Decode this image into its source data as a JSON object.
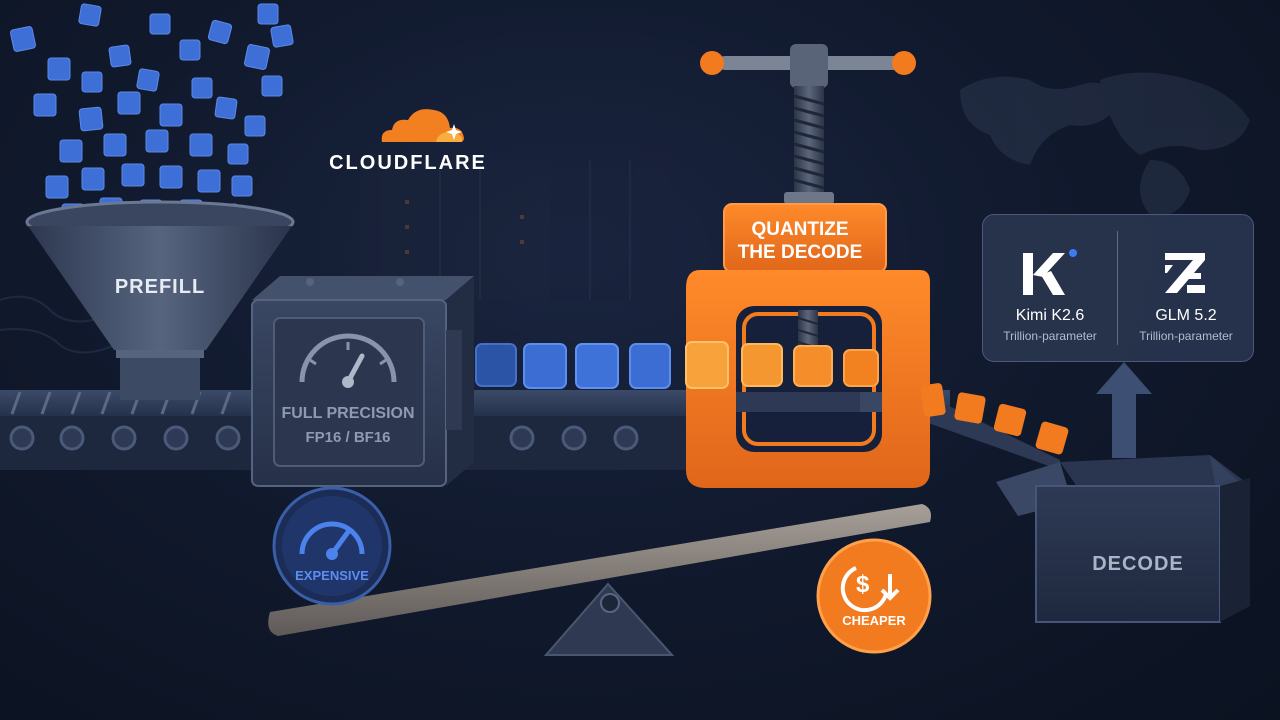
{
  "brand": {
    "name": "CLOUDFLARE",
    "color": "#f38020"
  },
  "funnel": {
    "label": "PREFILL"
  },
  "machine": {
    "label_line1": "FULL PRECISION",
    "label_line2": "FP16 / BF16"
  },
  "press": {
    "label_line1": "QUANTIZE",
    "label_line2": "THE DECODE",
    "color": "#f27a1f"
  },
  "scale": {
    "left": {
      "label": "EXPENSIVE",
      "icon": "speedometer-icon",
      "color": "#3d7bf2"
    },
    "right": {
      "label": "CHEAPER",
      "icon": "dollar-down-icon",
      "color": "#f27a1f"
    }
  },
  "box": {
    "label": "DECODE"
  },
  "models": [
    {
      "name": "Kimi K2.6",
      "subtitle": "Trillion-parameter",
      "logo": "kimi-logo-icon"
    },
    {
      "name": "GLM 5.2",
      "subtitle": "Trillion-parameter",
      "logo": "glm-logo-icon"
    }
  ],
  "colors": {
    "token_blue": "#3d6fd6",
    "token_orange": "#f7a23a",
    "background": "#0f1626"
  }
}
